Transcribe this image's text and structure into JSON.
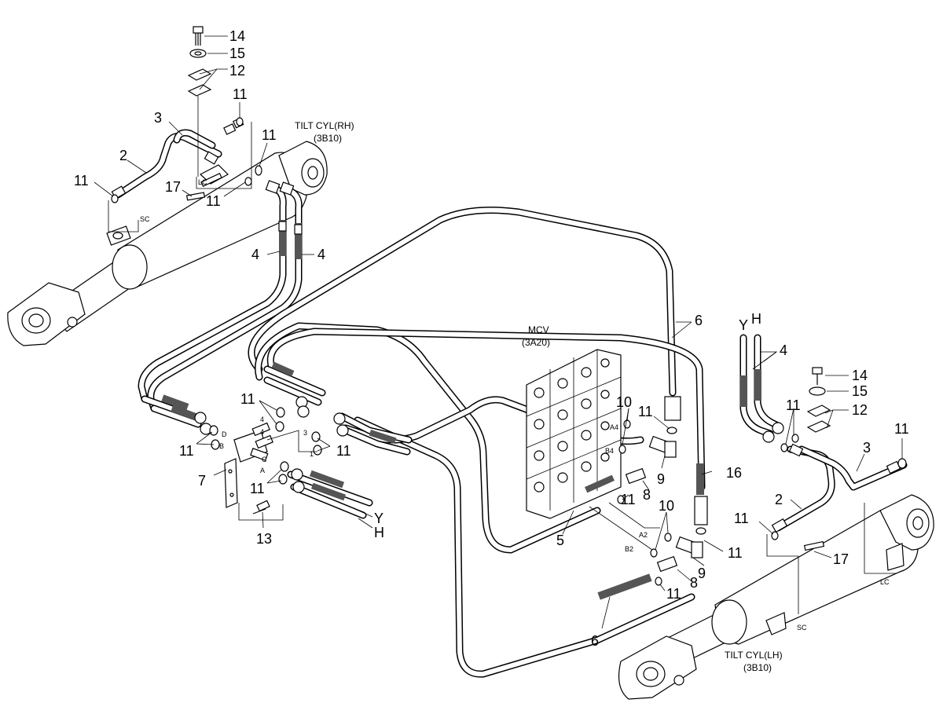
{
  "diagram": {
    "assemblies": {
      "tilt_cyl_rh": {
        "name": "TILT CYL(RH)",
        "ref": "(3B10)"
      },
      "tilt_cyl_lh": {
        "name": "TILT CYL(LH)",
        "ref": "(3B10)"
      },
      "mcv": {
        "name": "MCV",
        "ref": "(3A20)"
      }
    },
    "port_labels": {
      "sc": "SC",
      "lc": "LC",
      "a": "A",
      "b": "B",
      "c": "C",
      "d": "D",
      "a2": "A2",
      "b2": "B2",
      "b4": "B4",
      "a4": "A4",
      "one": "1",
      "three": "3",
      "four": "4"
    },
    "hose_ends": {
      "y": "Y",
      "h": "H"
    },
    "callouts": {
      "n2": "2",
      "n3": "3",
      "n4": "4",
      "n5": "5",
      "n6": "6",
      "n7": "7",
      "n8": "8",
      "n9": "9",
      "n10": "10",
      "n11": "11",
      "n12": "12",
      "n13": "13",
      "n14": "14",
      "n15": "15",
      "n16": "16",
      "n17": "17"
    }
  }
}
